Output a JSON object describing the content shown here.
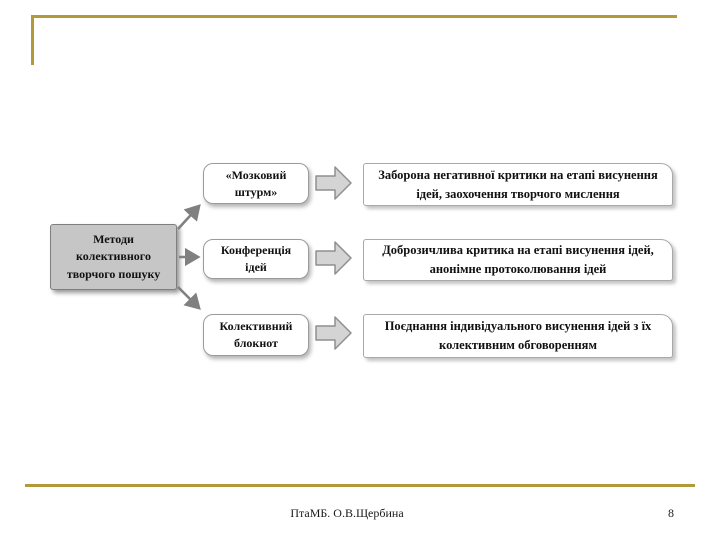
{
  "slide": {
    "diagram": {
      "root_label": "Методи колективного творчого пошуку",
      "rows": [
        {
          "method": "«Мозковий штурм»",
          "description": "Заборона негативної критики на етапі висунення ідей, заохочення творчого мислення"
        },
        {
          "method": "Конференція ідей",
          "description": "Доброзичлива критика на етапі висунення ідей, анонімне протоколювання ідей"
        },
        {
          "method": "Колективний блокнот",
          "description": "Поєднання індивідуального висунення ідей з їх колективним обговоренням"
        }
      ]
    },
    "footer": {
      "text": "ПтаМБ. О.В.Щербина",
      "page_number": "8"
    },
    "colors": {
      "accent_gold": "#b2993a",
      "root_box_fill": "#c6c6c6",
      "root_box_border": "#7f7f7f",
      "box_border_gray": "#9b9b9b",
      "arrow_gray": "#808080",
      "block_arrow_fill": "#d4d4d4"
    }
  }
}
